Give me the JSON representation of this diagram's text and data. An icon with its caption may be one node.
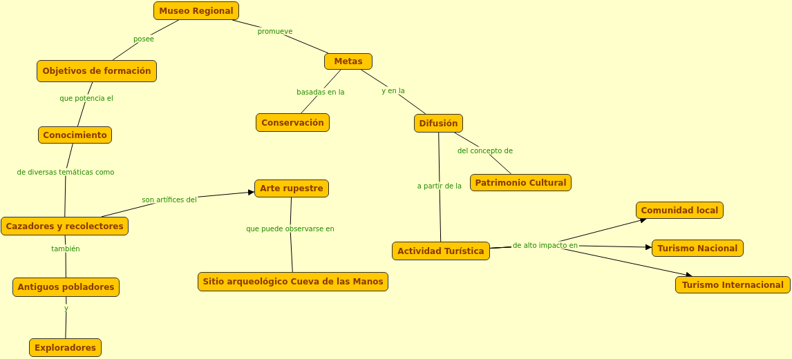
{
  "diagram": {
    "nodes": [
      {
        "text": [
          "Museo Regional"
        ]
      },
      {
        "text": [
          "Objetivos de formación"
        ]
      },
      {
        "text": [
          "Metas"
        ]
      },
      {
        "text": [
          "Conocimiento"
        ]
      },
      {
        "text": [
          "Conservación"
        ]
      },
      {
        "text": [
          "Difusión"
        ]
      },
      {
        "text": [
          "Patrimonio Cultural"
        ]
      },
      {
        "text": [
          "Cazadores y recolectores"
        ]
      },
      {
        "text": [
          "Arte rupestre"
        ]
      },
      {
        "text": [
          "Antiguos pobladores"
        ]
      },
      {
        "text": [
          "Sitio arqueológico Cueva de las Manos"
        ]
      },
      {
        "text": [
          "Actividad Turística"
        ]
      },
      {
        "text": [
          "Comunidad local"
        ]
      },
      {
        "text": [
          "Turismo Nacional"
        ]
      },
      {
        "text": [
          "Turismo Internacional"
        ]
      },
      {
        "text": [
          "Exploradores"
        ]
      }
    ],
    "edges": [
      {
        "from": 0,
        "to": 1,
        "arrow": "none",
        "label": "posee"
      },
      {
        "from": 0,
        "to": 2,
        "arrow": "none",
        "label": "promueve"
      },
      {
        "from": 1,
        "to": 3,
        "arrow": "none",
        "label": "que potencia el"
      },
      {
        "from": 3,
        "to": 7,
        "arrow": "none",
        "label": "de diversas temáticas como"
      },
      {
        "from": 7,
        "to": 8,
        "arrow": "to",
        "label": "son artífices del"
      },
      {
        "from": 8,
        "to": 10,
        "arrow": "none",
        "label": "que puede observarse en"
      },
      {
        "from": 7,
        "to": 9,
        "arrow": "none",
        "label": "también"
      },
      {
        "from": 9,
        "to": 15,
        "arrow": "none",
        "label": "y"
      },
      {
        "from": 2,
        "to": 4,
        "arrow": "none",
        "label": "basadas en la"
      },
      {
        "from": 2,
        "to": 5,
        "arrow": "none",
        "label": "y en la"
      },
      {
        "from": 5,
        "to": 6,
        "arrow": "none",
        "label": "del concepto de"
      },
      {
        "from": 5,
        "to": 11,
        "arrow": "none",
        "label": "a partir de la"
      },
      {
        "from": 11,
        "to": 12,
        "arrow": "to",
        "label": "de alto impacto en"
      },
      {
        "from": 11,
        "to": 13,
        "arrow": "to"
      },
      {
        "from": 11,
        "to": 14,
        "arrow": "to"
      }
    ]
  }
}
